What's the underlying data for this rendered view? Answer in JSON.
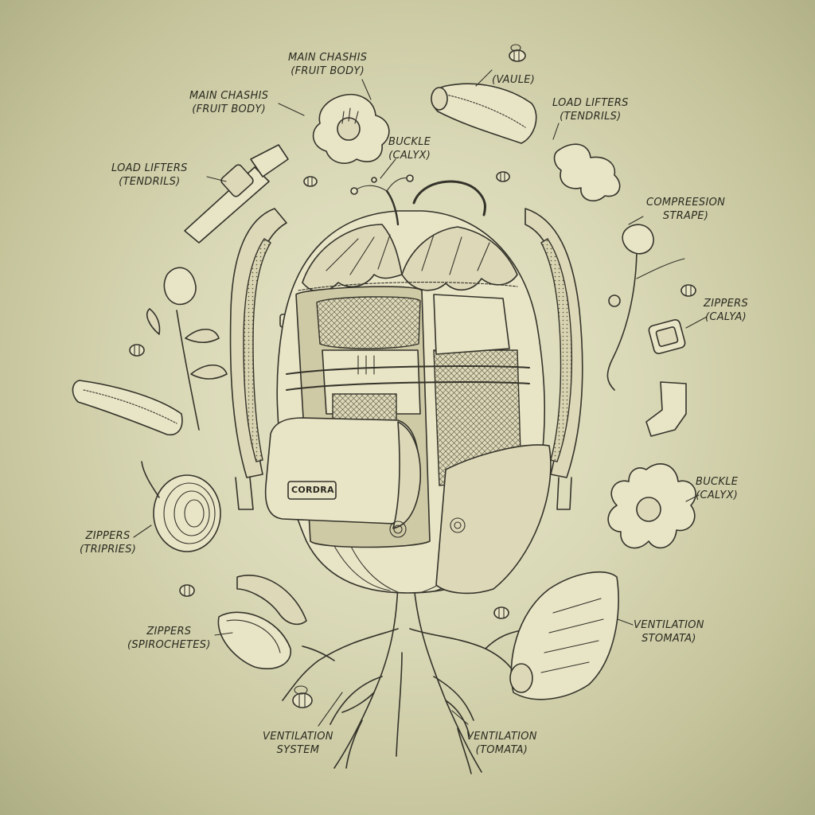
{
  "labels": {
    "main_chassis_top": "MAIN CHASHIS\n(FRUIT BODY)",
    "main_chassis_left": "MAIN CHASHIS\n(FRUIT BODY)",
    "vaule": "(VAULE)",
    "load_lifters_right": "LOAD LIFTERS\n(TENDRILS)",
    "load_lifters_left": "LOAD LIFTERS\n(TENDRILS)",
    "buckle_top": "BUCKLE\n(CALYX)",
    "compression_strape": "COMPREESION\nSTRAPE)",
    "zippers_calya": "ZIPPERS\n(CALYA)",
    "buckle_right": "BUCKLE\n(CALYX)",
    "zippers_tripries": "ZIPPERS\n(TRIPRIES)",
    "zippers_spirochetes": "ZIPPERS\n(SPIROCHETES)",
    "ventilation_stomata": "VENTILATION\nSTOMATA)",
    "ventilation_system": "VENTILATION\nSYSTEM",
    "ventilation_tomata": "VENTILATION\n(TOMATA)"
  },
  "brand_tag": "CORDRA",
  "colors": {
    "paper": "#e6e5c8",
    "vignette": "#aeae84",
    "ink": "#34332a"
  }
}
